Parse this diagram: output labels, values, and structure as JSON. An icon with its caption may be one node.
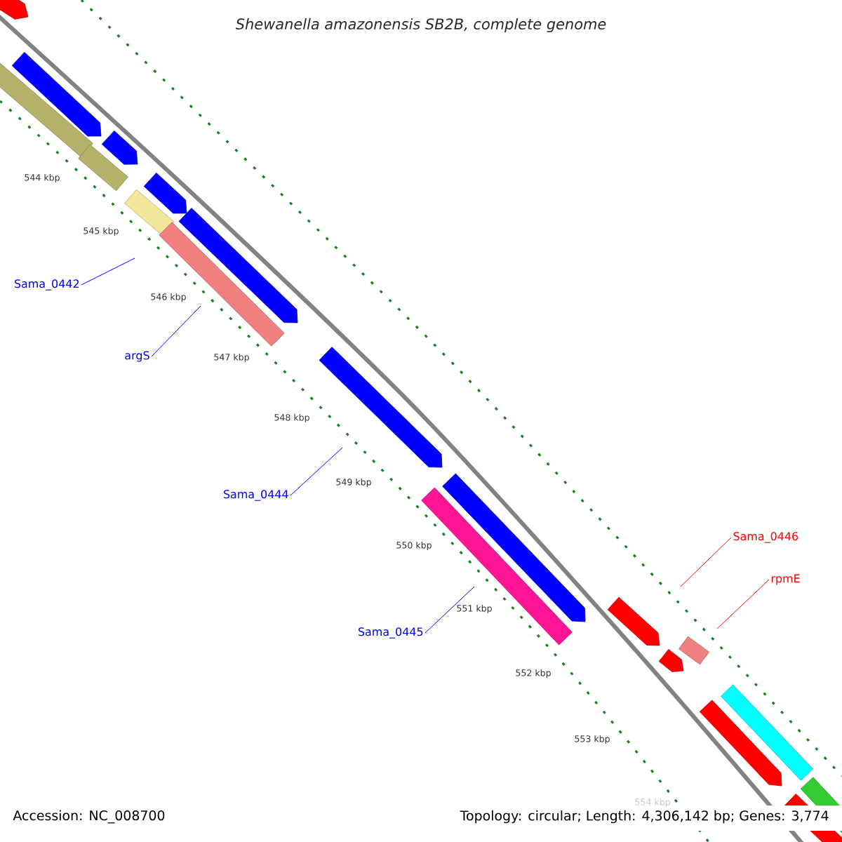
{
  "diagram": {
    "title": "Shewanella amazonensis SB2B, complete genome",
    "nodes": [
      {
        "text": [
          "Sama_0442"
        ]
      },
      {
        "text": [
          "argS"
        ]
      },
      {
        "text": [
          "Sama_0444"
        ]
      },
      {
        "text": [
          "Sama_0445"
        ]
      },
      {
        "text": [
          "Sama_0446"
        ]
      },
      {
        "text": [
          "rpmE"
        ]
      }
    ],
    "edges": [
      {
        "from": 0,
        "to": null,
        "arrow": "none"
      },
      {
        "from": 1,
        "to": null,
        "arrow": "none"
      },
      {
        "from": 2,
        "to": null,
        "arrow": "none"
      },
      {
        "from": 3,
        "to": null,
        "arrow": "none"
      },
      {
        "from": 4,
        "to": null,
        "arrow": "none",
        "color": "#ff0000"
      },
      {
        "from": 5,
        "to": null,
        "arrow": "none",
        "color": "#ff0000"
      }
    ],
    "labels": [
      "544 kbp",
      "545 kbp",
      "546 kbp",
      "547 kbp",
      "548 kbp",
      "549 kbp",
      "550 kbp",
      "551 kbp",
      "552 kbp",
      "553 kbp",
      "554 kbp",
      "Accession: NC_008700",
      "Topology: circular; Length: 4,306,142 bp; Genes: 3,774"
    ]
  }
}
